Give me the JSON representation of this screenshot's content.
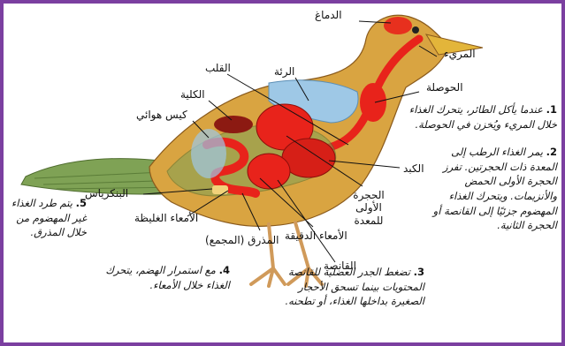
{
  "labels": {
    "brain": "الدماغ",
    "esophagus": "المريء",
    "crop": "الحوصلة",
    "lung": "الرئة",
    "heart": "القلب",
    "kidney": "الكلية",
    "air_sac": "كيس هوائي",
    "liver": "الكبد",
    "proventriculus": "الحجرة الأولى للمعدة",
    "pancreas": "البنكرياس",
    "large_intestine": "الأمعاء الغليظة",
    "small_intestine": "الأمعاء الدقيقة",
    "cloaca": "المذرق (المجمع)",
    "gizzard": "القانصة"
  },
  "steps": [
    {
      "num": "1.",
      "text": "عندما يأكل الطائر، يتحرك الغذاء خلال المريء ويُخزن في الحوصلة."
    },
    {
      "num": "2.",
      "text": "يمر الغذاء الرطب إلى المعدة ذات الحجرتين. تفرز الحجرة الأولى الحمض والأنزيمات. ويتحرك الغذاء المهضوم جزئيًا إلى القانصة أو الحجرة الثانية."
    },
    {
      "num": "3.",
      "text": "تضغط الجدر العضلية للقانصة المحتويات بينما تسحق الأحجار الصغيرة بداخلها الغذاء، أو تطحنه."
    },
    {
      "num": "4.",
      "text": "مع استمرار الهضم، يتحرك الغذاء خلال الأمعاء."
    },
    {
      "num": "5.",
      "text": "يتم طرد الغذاء غير المهضوم من خلال المذرق."
    }
  ],
  "colors": {
    "border": "#7b3fa0",
    "organ_red": "#e8231b",
    "body_gold": "#d9a441",
    "wing_green": "#7fa255",
    "lung_blue": "#9ec8e6"
  }
}
